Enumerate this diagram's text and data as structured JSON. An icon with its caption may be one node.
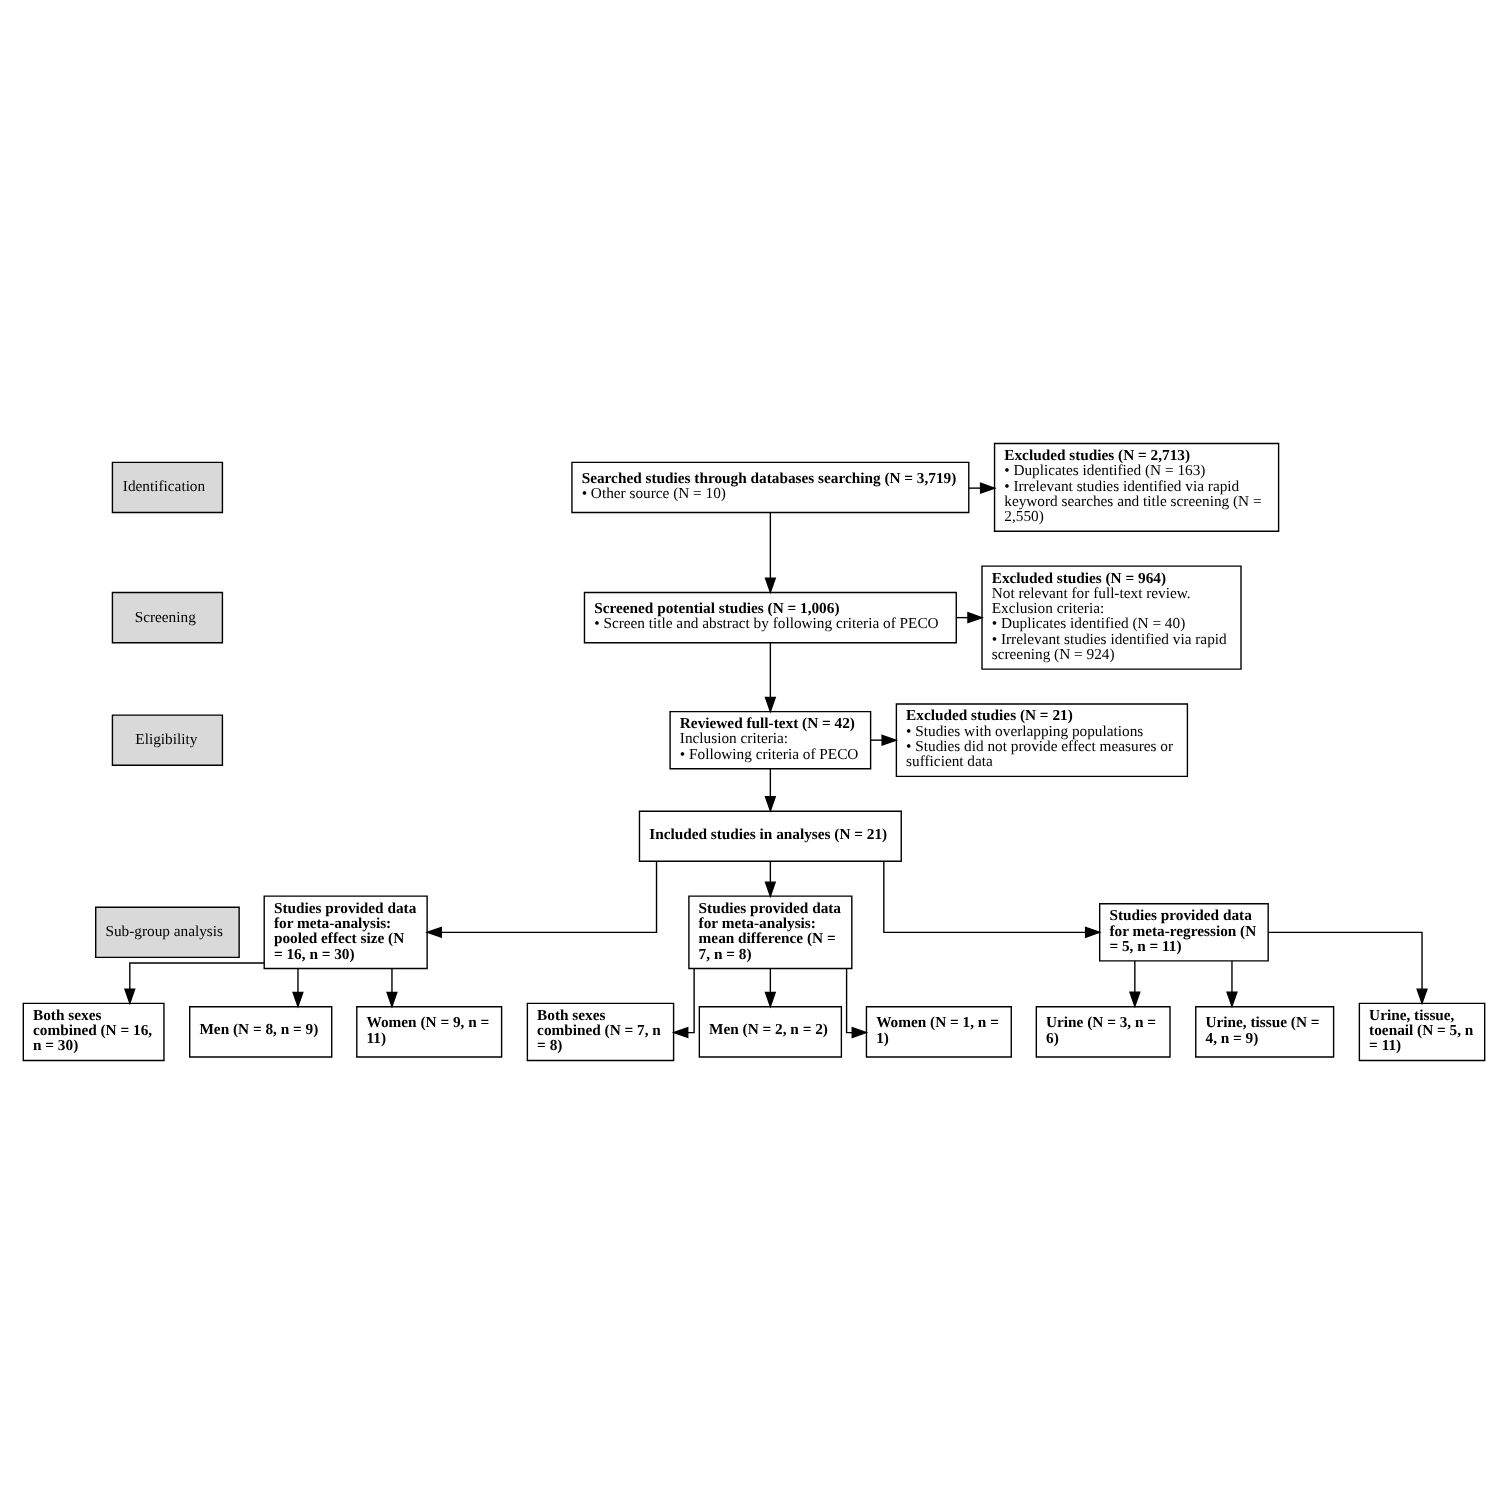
{
  "diagram": {
    "nodes": [
      {
        "text": [
          "Identification"
        ]
      },
      {
        "text": [
          "Screening"
        ]
      },
      {
        "text": [
          "Eligibility"
        ]
      },
      {
        "text": [
          "Sub-group analysis"
        ]
      },
      {
        "text": [
          "Searched studies through databases searching (N = 3,719)",
          "• Other source (N = 10)"
        ]
      },
      {
        "text": [
          "Excluded studies (N = 2,713)",
          "• Duplicates identified (N = 163)",
          "• Irrelevant studies identified via rapid keyword searches and title screening (N = 2,550)"
        ]
      },
      {
        "text": [
          "Screened potential studies (N = 1,006)",
          "• Screen title and abstract by following criteria of PECO"
        ]
      },
      {
        "text": [
          "Excluded studies (N = 964)",
          "Not relevant for full-text review.",
          "Exclusion criteria:",
          "• Duplicates identified (N = 40)",
          "• Irrelevant studies identified via rapid screening (N = 924)"
        ]
      },
      {
        "text": [
          "Reviewed full-text (N = 42)",
          "Inclusion criteria:",
          "• Following criteria of PECO"
        ]
      },
      {
        "text": [
          "Excluded studies (N = 21)",
          "• Studies with overlapping populations",
          "• Studies did not provide effect measures or sufficient data"
        ]
      },
      {
        "text": [
          "Included studies in analyses (N = 21)"
        ]
      },
      {
        "text": [
          "Studies provided data for meta-analysis: pooled effect size (N = 16, n = 30)"
        ]
      },
      {
        "text": [
          "Studies provided data for meta-analysis: mean difference (N = 7, n = 8)"
        ]
      },
      {
        "text": [
          "Studies provided data for meta-regression (N = 5, n = 11)"
        ]
      },
      {
        "text": [
          "Both sexes combined (N = 16, n = 30)"
        ]
      },
      {
        "text": [
          "Men (N = 8, n = 9)"
        ]
      },
      {
        "text": [
          "Women (N = 9, n = 11)"
        ]
      },
      {
        "text": [
          "Both sexes combined (N = 7, n = 8)"
        ]
      },
      {
        "text": [
          "Men (N = 2, n = 2)"
        ]
      },
      {
        "text": [
          "Women (N = 1, n = 1)"
        ]
      },
      {
        "text": [
          "Urine (N = 3, n = 6)"
        ]
      },
      {
        "text": [
          "Urine, tissue (N = 4, n = 9)"
        ]
      },
      {
        "text": [
          "Urine, tissue, toenail (N = 5, n = 11)"
        ]
      }
    ],
    "edges": [
      {
        "from": 4,
        "to": 6,
        "arrow": "to"
      },
      {
        "from": 4,
        "to": 5,
        "arrow": "to"
      },
      {
        "from": 6,
        "to": 8,
        "arrow": "to"
      },
      {
        "from": 6,
        "to": 7,
        "arrow": "to"
      },
      {
        "from": 8,
        "to": 10,
        "arrow": "to"
      },
      {
        "from": 8,
        "to": 9,
        "arrow": "to"
      },
      {
        "from": 10,
        "to": 11,
        "arrow": "to"
      },
      {
        "from": 10,
        "to": 12,
        "arrow": "to"
      },
      {
        "from": 10,
        "to": 13,
        "arrow": "to"
      },
      {
        "from": 11,
        "to": 14,
        "arrow": "to"
      },
      {
        "from": 11,
        "to": 15,
        "arrow": "to"
      },
      {
        "from": 11,
        "to": 16,
        "arrow": "to"
      },
      {
        "from": 12,
        "to": 17,
        "arrow": "to"
      },
      {
        "from": 12,
        "to": 18,
        "arrow": "to"
      },
      {
        "from": 12,
        "to": 19,
        "arrow": "to"
      },
      {
        "from": 13,
        "to": 20,
        "arrow": "to"
      },
      {
        "from": 13,
        "to": 21,
        "arrow": "to"
      },
      {
        "from": 13,
        "to": 22,
        "arrow": "to"
      }
    ]
  }
}
